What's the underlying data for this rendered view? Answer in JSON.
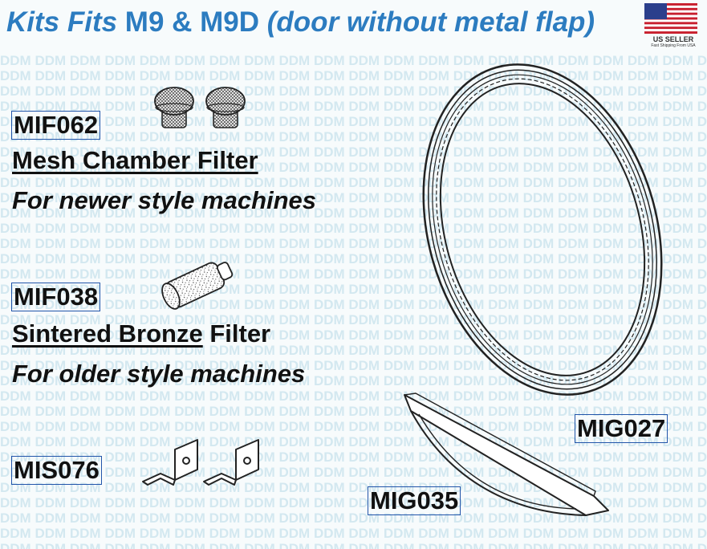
{
  "header": {
    "prefix": "Kits Fits ",
    "models": "M9 & M9D",
    "suffix": " (door without metal flap)"
  },
  "badge": {
    "title": "US SELLER",
    "subtitle": "Fast Shipping From USA"
  },
  "watermark_text": "DDM",
  "parts": {
    "mif062": {
      "code": "MIF062",
      "name": "Mesh Chamber Filter",
      "note": "For newer style machines"
    },
    "mif038": {
      "code": "MIF038",
      "name_underlined": "Sintered Bronze",
      "name_rest": " Filter",
      "note": "For older style machines"
    },
    "mis076": {
      "code": "MIS076"
    },
    "mig027": {
      "code": "MIG027"
    },
    "mig035": {
      "code": "MIG035"
    }
  },
  "colors": {
    "header": "#2c7cc0",
    "watermark": "#d3e8f0",
    "code_border": "#2255aa"
  }
}
